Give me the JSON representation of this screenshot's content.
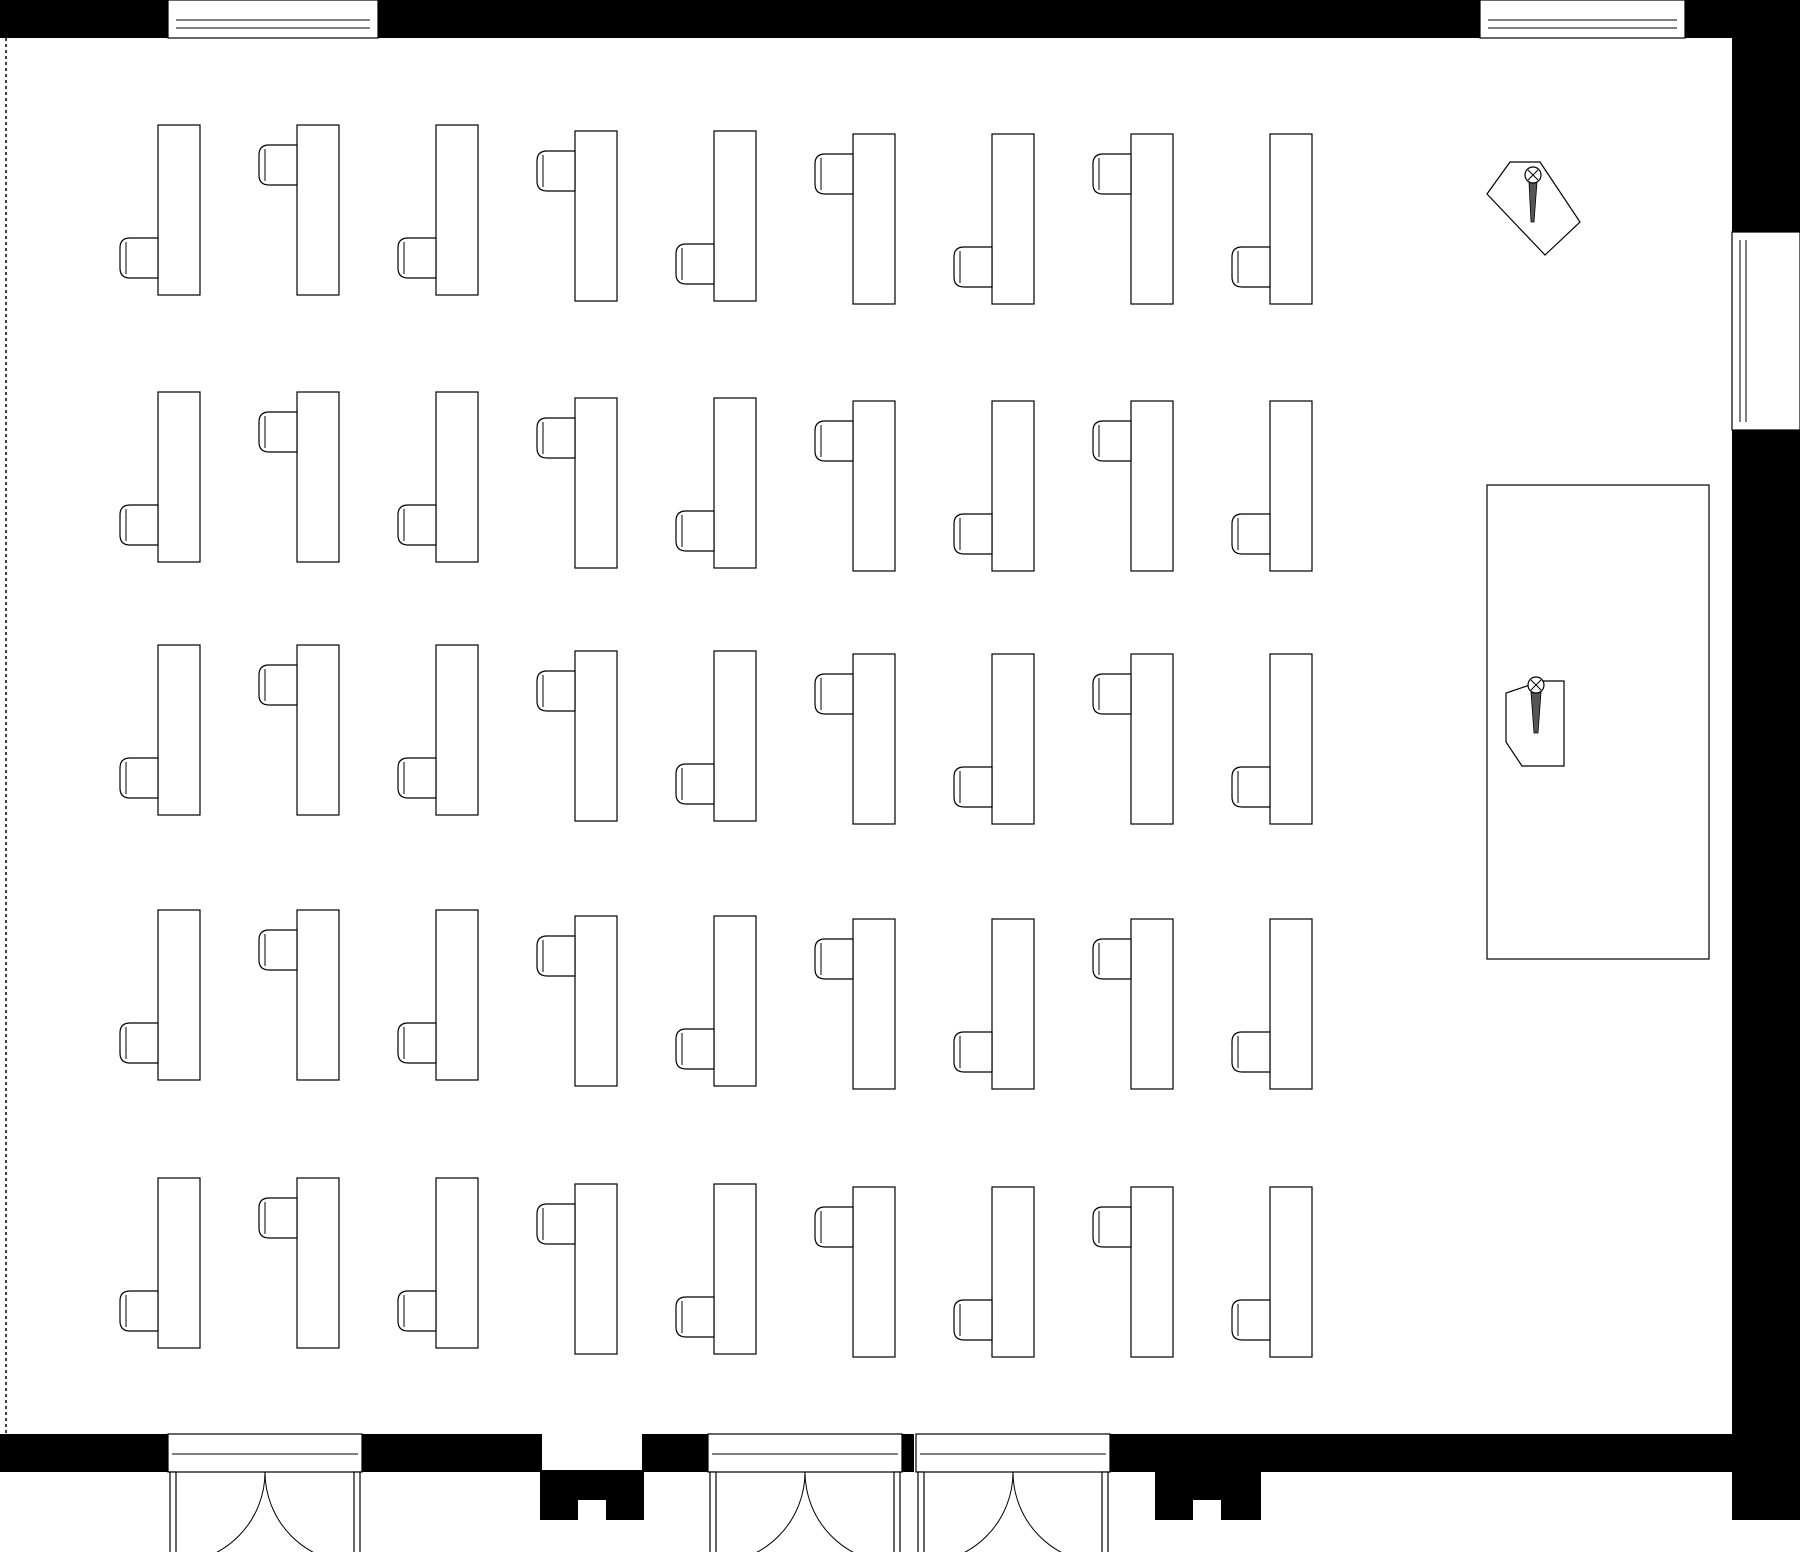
{
  "plan": {
    "kind": "classroom-floor-plan",
    "text_labels": [],
    "colors": {
      "wall": "#000000",
      "furniture_outline": "#000000",
      "background": "#ffffff",
      "speaker_fill": "#555555"
    },
    "desk_grid": {
      "rows": 5,
      "columns": 9,
      "chair_side_pattern": [
        "bottom",
        "top",
        "bottom",
        "top",
        "bottom",
        "top",
        "bottom",
        "top",
        "bottom"
      ]
    },
    "teacher_desk_count": 1,
    "podium_count": 2,
    "double_door_count": 3,
    "window_count": 3
  }
}
